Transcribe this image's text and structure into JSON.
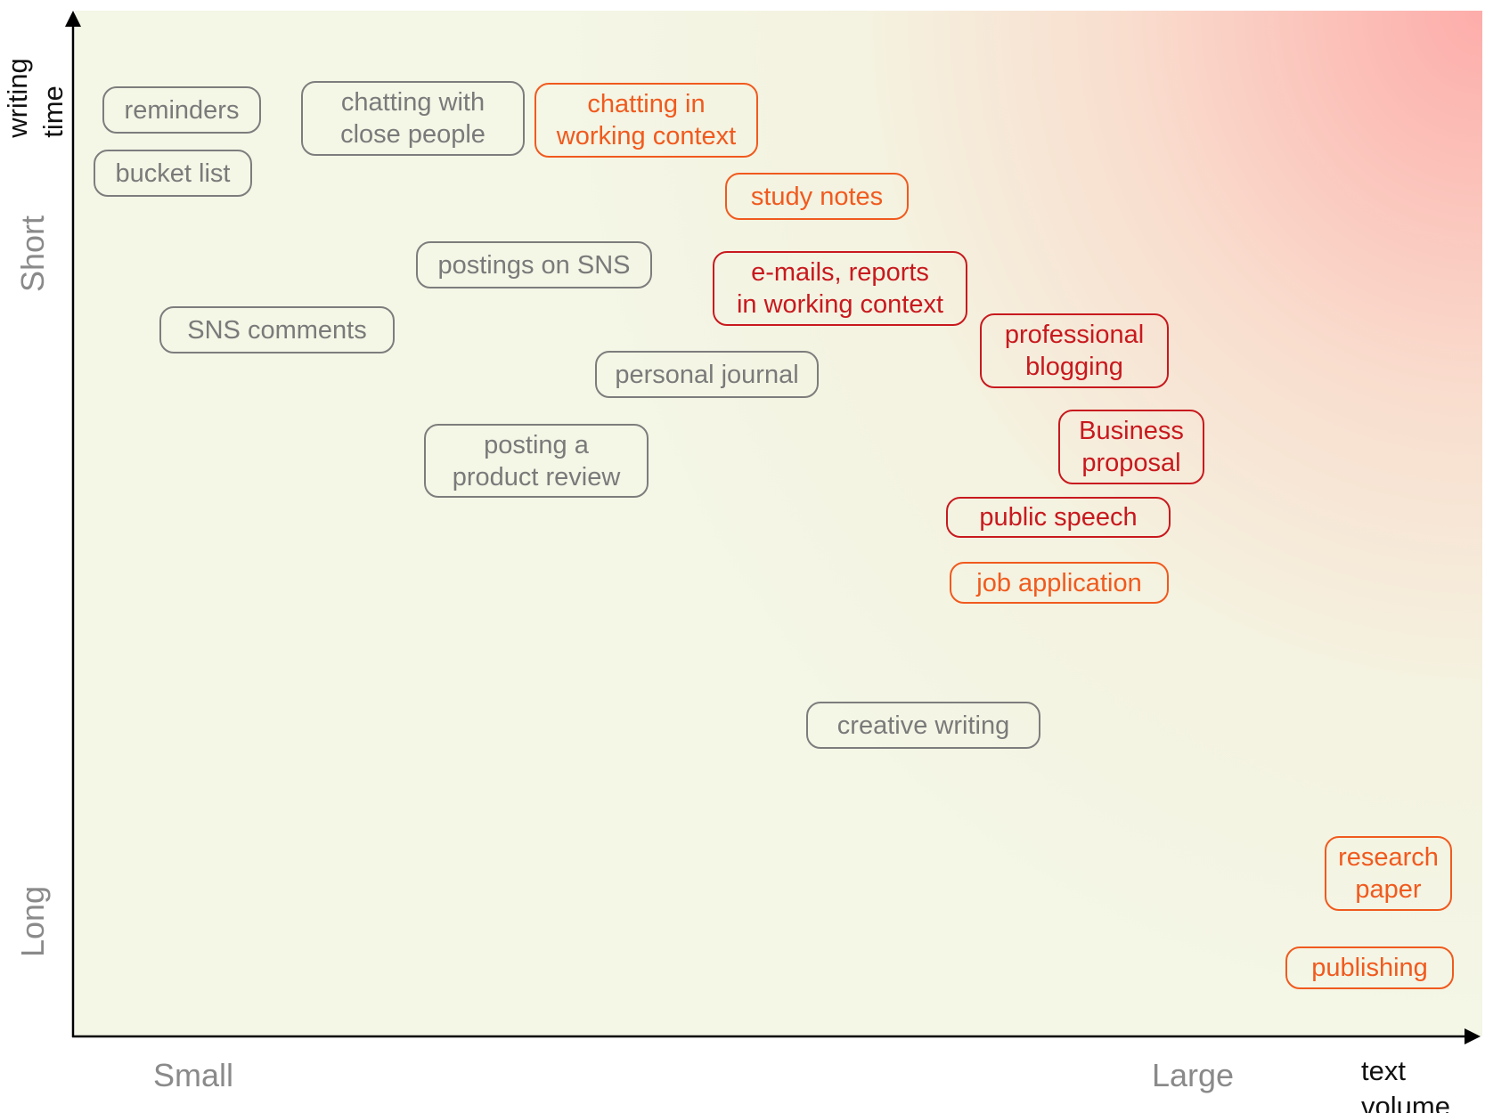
{
  "diagram": {
    "y_axis": {
      "title": [
        "writing",
        "time"
      ],
      "high_label": "Short",
      "low_label": "Long"
    },
    "x_axis": {
      "title": [
        "text",
        "volume"
      ],
      "low_label": "Small",
      "high_label": "Large"
    },
    "colors": {
      "gray": "#7d7d7d",
      "orange": "#f05a1e",
      "red": "#c8191e",
      "background_light": "#f4f6e6",
      "background_hot": "#ffa0a0"
    },
    "items": [
      {
        "id": "reminders",
        "lines": [
          "reminders"
        ],
        "color": "gray"
      },
      {
        "id": "bucket-list",
        "lines": [
          "bucket list"
        ],
        "color": "gray"
      },
      {
        "id": "chatting-close",
        "lines": [
          "chatting with",
          "close people"
        ],
        "color": "gray"
      },
      {
        "id": "chatting-work",
        "lines": [
          "chatting in",
          "working context"
        ],
        "color": "orange"
      },
      {
        "id": "study-notes",
        "lines": [
          "study notes"
        ],
        "color": "orange"
      },
      {
        "id": "postings-sns",
        "lines": [
          "postings on SNS"
        ],
        "color": "gray"
      },
      {
        "id": "emails-reports",
        "lines": [
          "e-mails, reports",
          "in working context"
        ],
        "color": "red"
      },
      {
        "id": "sns-comments",
        "lines": [
          "SNS comments"
        ],
        "color": "gray"
      },
      {
        "id": "professional-blogging",
        "lines": [
          "professional",
          "blogging"
        ],
        "color": "red"
      },
      {
        "id": "personal-journal",
        "lines": [
          "personal journal"
        ],
        "color": "gray"
      },
      {
        "id": "business-proposal",
        "lines": [
          "Business",
          "proposal"
        ],
        "color": "red"
      },
      {
        "id": "product-review",
        "lines": [
          "posting a",
          "product review"
        ],
        "color": "gray"
      },
      {
        "id": "public-speech",
        "lines": [
          "public speech"
        ],
        "color": "red"
      },
      {
        "id": "job-application",
        "lines": [
          "job application"
        ],
        "color": "orange"
      },
      {
        "id": "creative-writing",
        "lines": [
          "creative writing"
        ],
        "color": "gray"
      },
      {
        "id": "research-paper",
        "lines": [
          "research",
          "paper"
        ],
        "color": "orange"
      },
      {
        "id": "publishing",
        "lines": [
          "publishing"
        ],
        "color": "orange"
      }
    ]
  }
}
